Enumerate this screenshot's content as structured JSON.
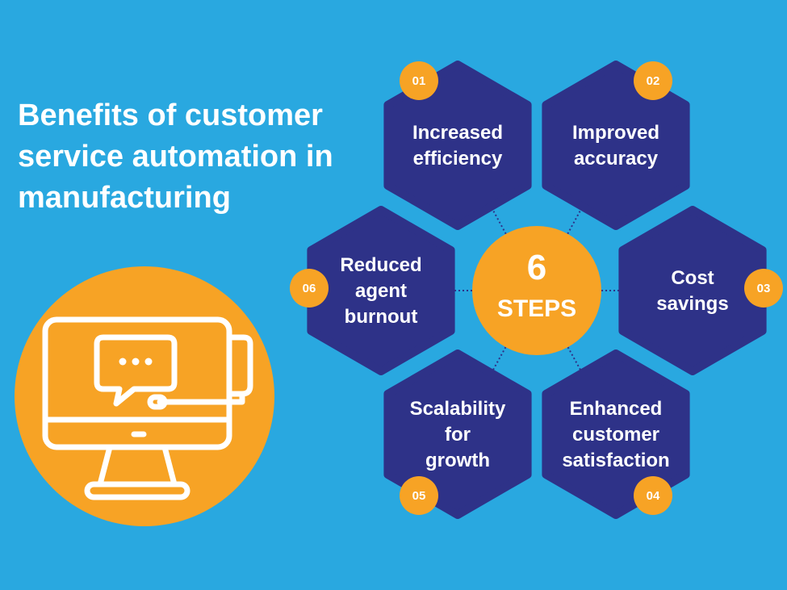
{
  "title": "Benefits of customer service automation in manufacturing",
  "colors": {
    "background": "#29a8e0",
    "hexagon": "#2e3288",
    "accent": "#f7a325",
    "text": "#ffffff"
  },
  "illustration": {
    "icon": "computer-monitor-with-headset-and-chat-bubble-icon"
  },
  "center": {
    "number": "6",
    "label": "STEPS"
  },
  "steps": [
    {
      "number": "01",
      "lines": [
        "Increased",
        "efficiency"
      ]
    },
    {
      "number": "02",
      "lines": [
        "Improved",
        "accuracy"
      ]
    },
    {
      "number": "03",
      "lines": [
        "Cost",
        "savings"
      ]
    },
    {
      "number": "04",
      "lines": [
        "Enhanced",
        "customer",
        "satisfaction"
      ]
    },
    {
      "number": "05",
      "lines": [
        "Scalability",
        "for",
        "growth"
      ]
    },
    {
      "number": "06",
      "lines": [
        "Reduced",
        "agent",
        "burnout"
      ]
    }
  ]
}
